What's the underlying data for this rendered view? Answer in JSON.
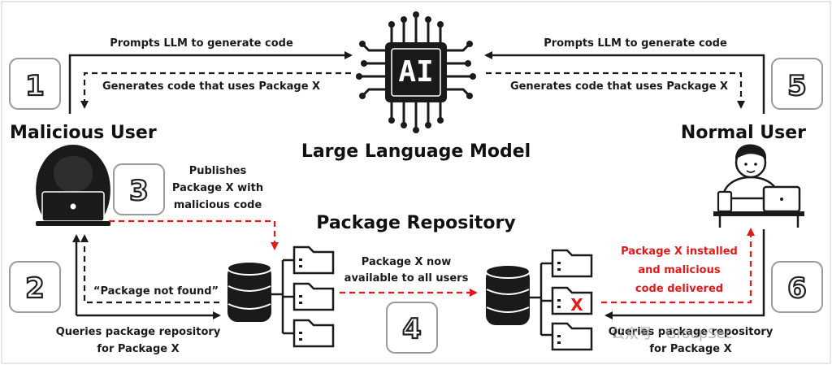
{
  "center": {
    "chip_text": "AI",
    "title": "Large Language Model"
  },
  "left_user": {
    "title": "Malicious User",
    "step_top": "1",
    "step_bottom": "2",
    "step_publish": "3",
    "prompt_label": "Prompts LLM to generate code",
    "response_label": "Generates code that uses Package X",
    "publish_lines": [
      "Publishes",
      "Package X with",
      "malicious code"
    ],
    "not_found_label": "“Package not found”",
    "query_lines": [
      "Queries package repository",
      "for Package X"
    ]
  },
  "right_user": {
    "title": "Normal User",
    "step_top": "5",
    "step_bottom": "6",
    "prompt_label": "Prompts LLM to generate code",
    "response_label": "Generates code that uses Package X",
    "installed_lines": [
      "Package X installed",
      "and malicious",
      "code delivered"
    ],
    "query_lines": [
      "Queries package repository",
      "for Package X"
    ]
  },
  "repository": {
    "title": "Package Repository",
    "step": "4",
    "available_lines": [
      "Package X now",
      "available to all users"
    ],
    "infected_mark": "X"
  },
  "watermark": "公众号 · GroupSec",
  "colors": {
    "ink": "#1a1a1a",
    "danger": "#e01a1a",
    "box_border": "#9a9a9a"
  }
}
